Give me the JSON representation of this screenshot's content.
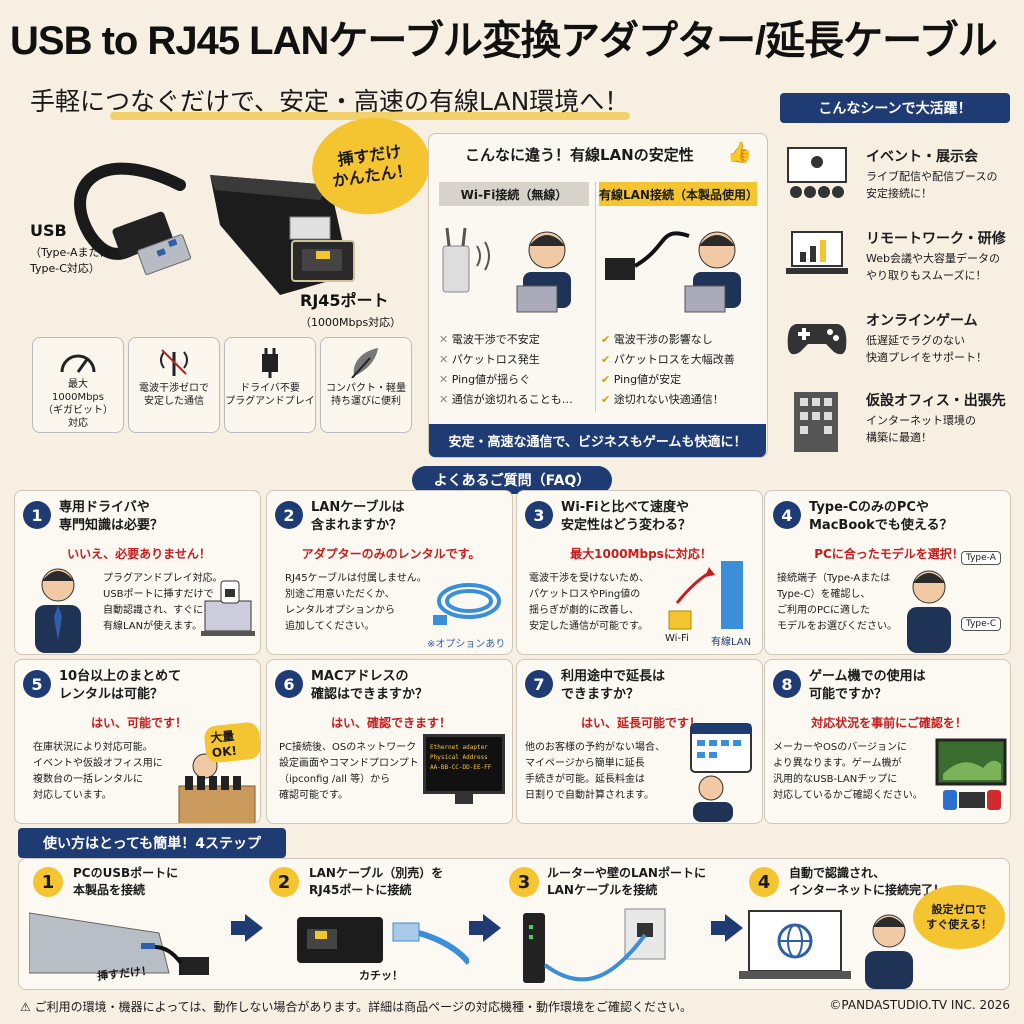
{
  "header": {
    "title": "USB to RJ45 LANケーブル変換アダプター/延長ケーブル",
    "subtitle": "手軽につなぐだけで、安定・高速の有線LAN環境へ！"
  },
  "product": {
    "burst": "挿すだけ\nかんたん！",
    "usb_label": "USB",
    "usb_sub": "（Type-Aまたは\nType-C対応）",
    "rj45_label": "RJ45ポート",
    "rj45_sub": "（1000Mbps対応）",
    "features": [
      {
        "icon": "speedometer-icon",
        "text": "最大\n1000Mbps\n（ギガビット）\n対応"
      },
      {
        "icon": "antenna-icon",
        "text": "電波干渉ゼロで\n安定した通信"
      },
      {
        "icon": "plug-icon",
        "text": "ドライバ不要\nプラグアンドプレイ"
      },
      {
        "icon": "feather-icon",
        "text": "コンパクト・軽量\n持ち運びに便利"
      }
    ]
  },
  "compare": {
    "title": "こんなに違う！有線LANの安定性",
    "wifi_head": "Wi-Fi接続（無線）",
    "wired_head": "有線LAN接続（本製品使用）",
    "wifi_points": [
      "電波干渉で不安定",
      "パケットロス発生",
      "Ping値が揺らぐ",
      "通信が途切れることも…"
    ],
    "wired_points": [
      "電波干渉の影響なし",
      "パケットロスを大幅改善",
      "Ping値が安定",
      "途切れない快適通信！"
    ],
    "banner": "安定・高速な通信で、ビジネスもゲームも快適に！"
  },
  "scenes": {
    "banner": "こんなシーンで大活躍！",
    "items": [
      {
        "icon": "event-icon",
        "title": "イベント・展示会",
        "desc": "ライブ配信や配信ブースの\n安定接続に！"
      },
      {
        "icon": "laptop-chart-icon",
        "title": "リモートワーク・研修",
        "desc": "Web会議や大容量データの\nやり取りもスムーズに！"
      },
      {
        "icon": "gamepad-icon",
        "title": "オンラインゲーム",
        "desc": "低遅延でラグのない\n快適プレイをサポート！"
      },
      {
        "icon": "building-icon",
        "title": "仮設オフィス・出張先",
        "desc": "インターネット環境の\n構築に最適！"
      }
    ]
  },
  "faq": {
    "banner": "よくあるご質問（FAQ）",
    "items": [
      {
        "num": "1",
        "q": "専用ドライバや\n専門知識は必要？",
        "a": "いいえ、必要ありません！",
        "body": "プラグアンドプレイ対応。\nUSBポートに挿すだけで\n自動認識され、すぐに\n有線LANが使えます。"
      },
      {
        "num": "2",
        "q": "LANケーブルは\n含まれますか？",
        "a": "アダプターのみのレンタルです。",
        "body": "RJ45ケーブルは付属しません。\n別途ご用意いただくか、\nレンタルオプションから\n追加してください。",
        "extra": "※オプションあり"
      },
      {
        "num": "3",
        "q": "Wi-Fiと比べて速度や\n安定性はどう変わる？",
        "a": "最大1000Mbpsに対応！",
        "body": "電波干渉を受けないため、\nパケットロスやPing値の\n揺らぎが劇的に改善し、\n安定した通信が可能です。",
        "bar_wifi": "Wi-Fi",
        "bar_wired": "有線LAN"
      },
      {
        "num": "4",
        "q": "Type-CのみのPCや\nMacBookでも使える？",
        "a": "PCに合ったモデルを選択！",
        "body": "接続端子（Type-Aまたは\nType-C）を確認し、\nご利用のPCに適した\nモデルをお選びください。",
        "tag_a": "Type-A",
        "tag_c": "Type-C"
      },
      {
        "num": "5",
        "q": "10台以上のまとめて\nレンタルは可能？",
        "a": "はい、可能です！",
        "body": "在庫状況により対応可能。\nイベントや仮設オフィス用に\n複数台の一括レンタルに\n対応しています。",
        "bubble": "大量OK!"
      },
      {
        "num": "6",
        "q": "MACアドレスの\n確認はできますか？",
        "a": "はい、確認できます！",
        "body": "PC接続後、OSのネットワーク\n設定画面やコマンドプロンプト\n（ipconfig /all 等）から\n確認可能です。",
        "screen": "Ethernet adapter\nPhysical Address\nAA-BB-CC-DD-EE-FF"
      },
      {
        "num": "7",
        "q": "利用途中で延長は\nできますか？",
        "a": "はい、延長可能です！",
        "body": "他のお客様の予約がない場合、\nマイページから簡単に延長\n手続きが可能。延長料金は\n日割りで自動計算されます。"
      },
      {
        "num": "8",
        "q": "ゲーム機での使用は\n可能ですか？",
        "a": "対応状況を事前にご確認を！",
        "body": "メーカーやOSのバージョンに\nより異なります。ゲーム機が\n汎用的なUSB-LANチップに\n対応しているかご確認ください。"
      }
    ]
  },
  "steps": {
    "banner": "使い方はとっても簡単！4ステップ",
    "items": [
      {
        "num": "1",
        "text": "PCのUSBポートに\n本製品を接続",
        "note": "挿すだけ！"
      },
      {
        "num": "2",
        "text": "LANケーブル（別売）を\nRJ45ポートに接続",
        "note": "カチッ！"
      },
      {
        "num": "3",
        "text": "ルーターや壁のLANポートに\nLANケーブルを接続",
        "note": ""
      },
      {
        "num": "4",
        "text": "自動で認識され、\nインターネットに接続完了！",
        "note": ""
      }
    ],
    "bubble": "設定ゼロで\nすぐ使える！"
  },
  "footer": {
    "warning": "ご利用の環境・機器によっては、動作しない場合があります。詳細は商品ページの対応機種・動作環境をご確認ください。",
    "copyright": "©PANDASTUDIO.TV INC. 2026"
  },
  "colors": {
    "navy": "#1f3b73",
    "yellow": "#f5c431",
    "red": "#c81d1d",
    "bg": "#f6efe2"
  }
}
